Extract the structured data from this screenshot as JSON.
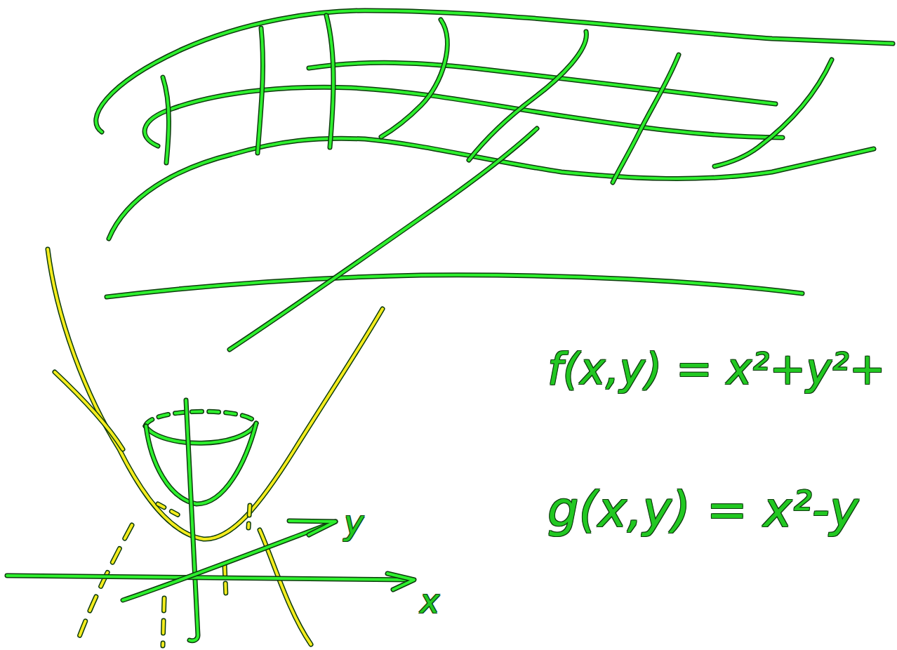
{
  "diagram": {
    "labels": [
      "f(x,y) = x²+y²+",
      "g(x,y) = x²-y",
      "y",
      "x"
    ]
  }
}
